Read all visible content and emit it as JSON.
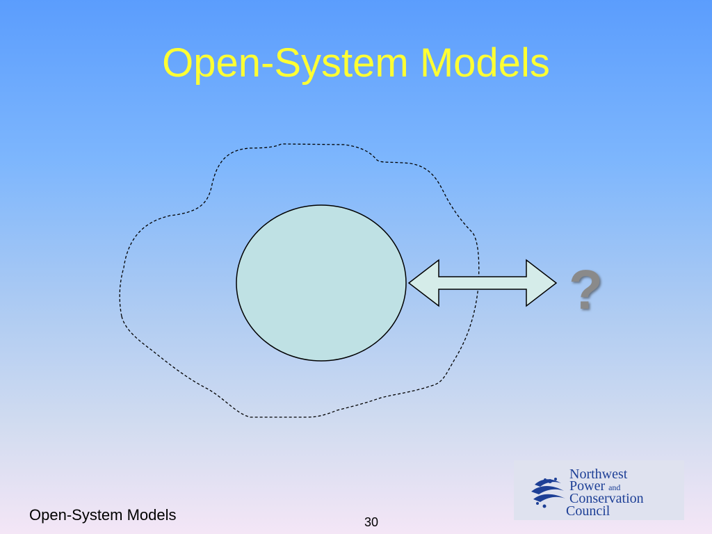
{
  "slide": {
    "title": "Open-System Models",
    "footer_text": "Open-System Models",
    "page_number": "30"
  },
  "diagram": {
    "unknown_symbol": "?",
    "colors": {
      "system_fill": "#bfe1e4",
      "arrow_fill": "#d5ece9",
      "stroke": "#000000",
      "title": "#ffff33",
      "question_mark": "#8a8a8a"
    }
  },
  "logo": {
    "line1": "Northwest",
    "line2": "Power",
    "line2_small": "and",
    "line3": "Conservation",
    "line4": "Council",
    "color": "#1d3f96",
    "icon": "wave-globe-icon"
  }
}
